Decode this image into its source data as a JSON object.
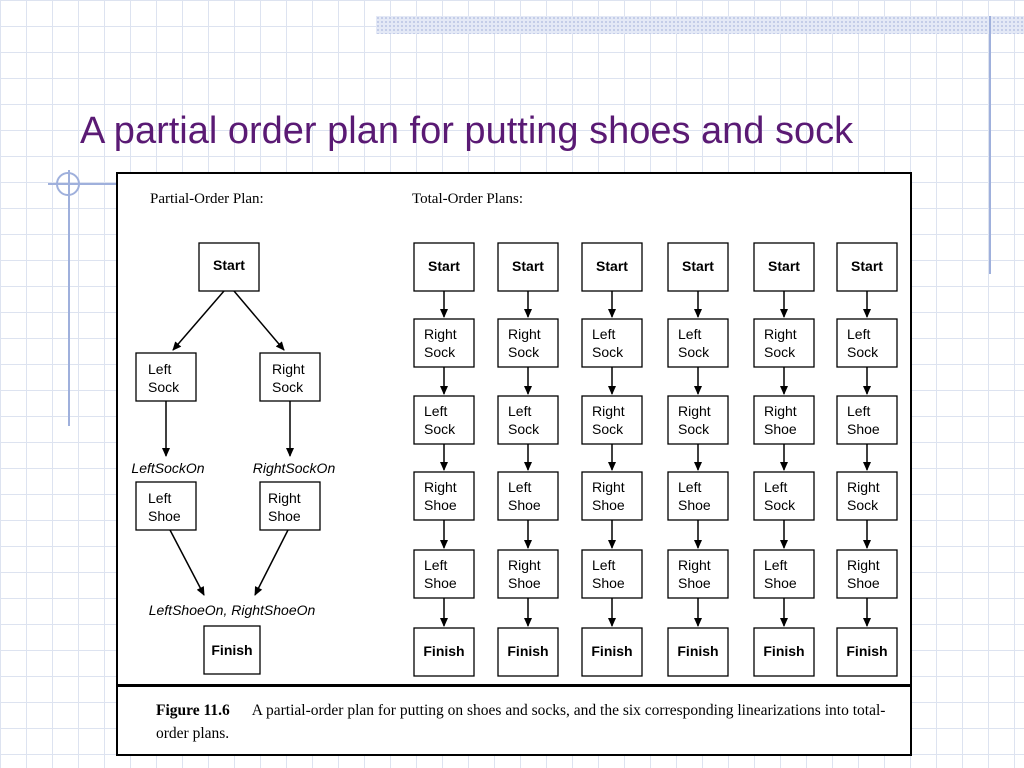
{
  "slide": {
    "title": "A partial order plan for putting shoes and sock"
  },
  "figure": {
    "partial_heading": "Partial-Order Plan:",
    "total_heading": "Total-Order Plans:",
    "partial_plan": {
      "start": "Start",
      "left_sock": [
        "Left",
        "Sock"
      ],
      "right_sock": [
        "Right",
        "Sock"
      ],
      "left_sock_on": "LeftSockOn",
      "right_sock_on": "RightSockOn",
      "left_shoe": [
        "Left",
        "Shoe"
      ],
      "right_shoe": [
        "Right",
        "Shoe"
      ],
      "shoes_on": "LeftShoeOn, RightShoeOn",
      "finish": "Finish"
    },
    "total_plans": [
      [
        "Start",
        "Right Sock",
        "Left Sock",
        "Right Shoe",
        "Left Shoe",
        "Finish"
      ],
      [
        "Start",
        "Right Sock",
        "Left Sock",
        "Left Shoe",
        "Right Shoe",
        "Finish"
      ],
      [
        "Start",
        "Left Sock",
        "Right Sock",
        "Right Shoe",
        "Left Shoe",
        "Finish"
      ],
      [
        "Start",
        "Left Sock",
        "Right Sock",
        "Left Shoe",
        "Right Shoe",
        "Finish"
      ],
      [
        "Start",
        "Right Sock",
        "Right Shoe",
        "Left Sock",
        "Left Shoe",
        "Finish"
      ],
      [
        "Start",
        "Left Sock",
        "Left Shoe",
        "Right Sock",
        "Right Shoe",
        "Finish"
      ]
    ],
    "caption_label": "Figure 11.6",
    "caption_text": "A partial-order plan for putting on shoes and socks, and the six corresponding linearizations into total-order plans."
  }
}
